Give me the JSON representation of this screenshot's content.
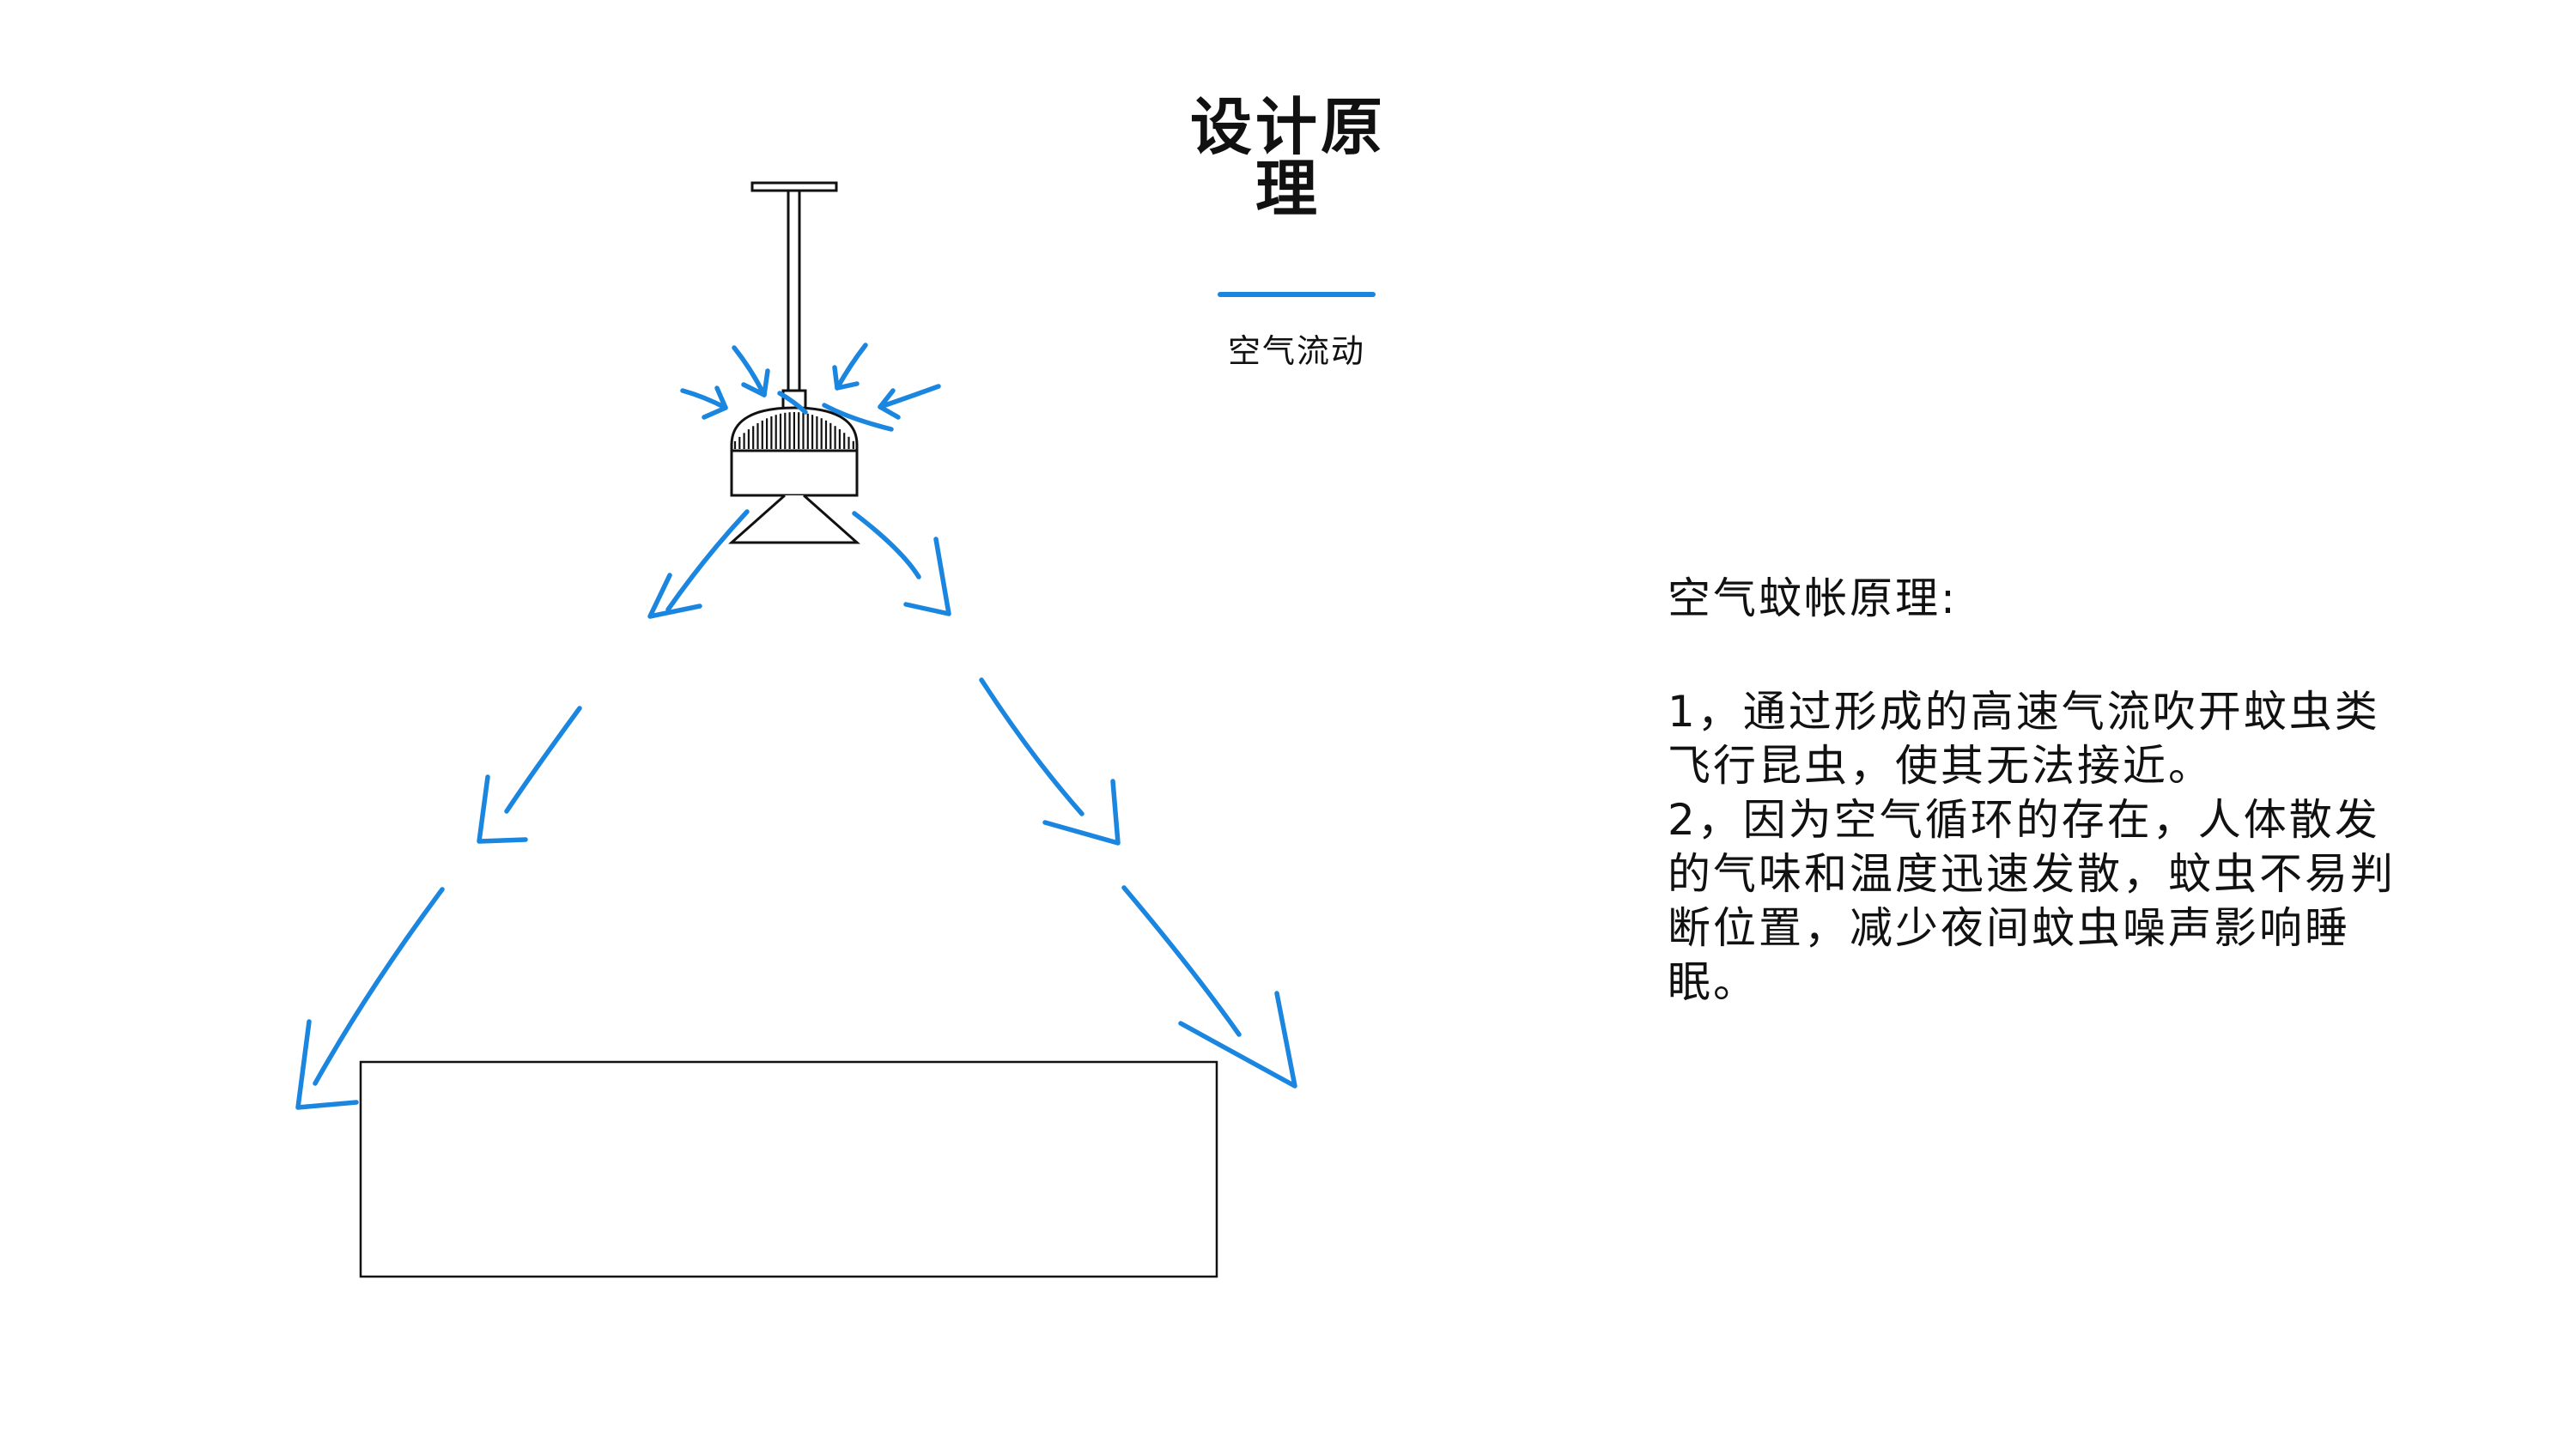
{
  "title": "设计原理",
  "legend": {
    "color": "#1a86e0",
    "label": "空气流动"
  },
  "panel": {
    "heading": "空气蚊帐原理:",
    "paragraphs": [
      "1，通过形成的高速气流吹开蚊虫类飞行昆虫，使其无法接近。",
      "2，因为空气循环的存在，人体散发的气味和温度迅速发散，蚊虫不易判断位置，减少夜间蚊虫噪声影响睡眠。"
    ]
  },
  "colors": {
    "airflow": "#1a86e0",
    "line": "#111111"
  }
}
